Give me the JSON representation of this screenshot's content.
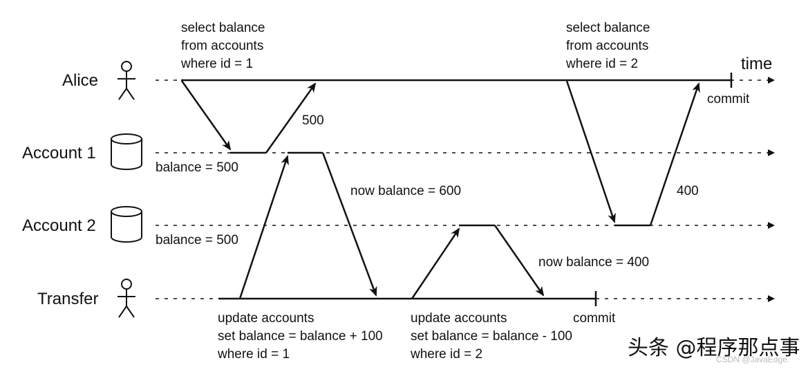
{
  "lanes": {
    "alice": "Alice",
    "account1": "Account 1",
    "account2": "Account 2",
    "transfer": "Transfer"
  },
  "axis_label": "time",
  "alice_query_1": [
    "select balance",
    "from accounts",
    "where id = 1"
  ],
  "alice_query_2": [
    "select balance",
    "from accounts",
    "where id = 2"
  ],
  "alice_commit": "commit",
  "read_value_1": "500",
  "read_value_2": "400",
  "account1_balance": "balance = 500",
  "account2_balance": "balance = 500",
  "account1_new": "now balance = 600",
  "account2_new": "now balance = 400",
  "transfer_update_1": [
    "update accounts",
    "set balance = balance + 100",
    "where id = 1"
  ],
  "transfer_update_2": [
    "update accounts",
    "set balance = balance - 100",
    "where id = 2"
  ],
  "transfer_commit": "commit",
  "watermark": "头条 @程序那点事",
  "watermark_sub": "CSDN @JavaEdge."
}
